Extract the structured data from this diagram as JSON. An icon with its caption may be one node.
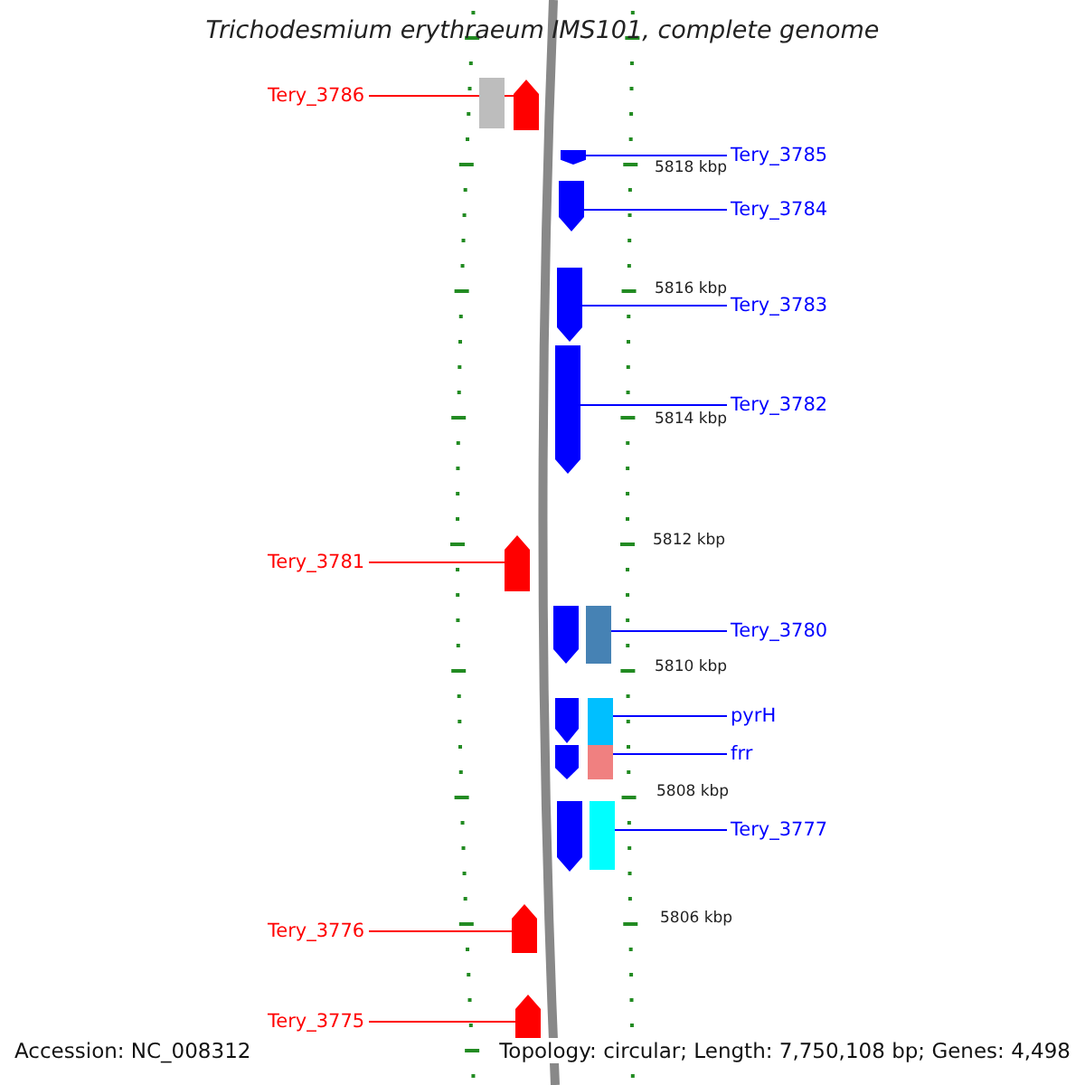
{
  "diagram": {
    "title": "Trichodesmium erythraeum IMS101, complete genome",
    "nodes": [
      {
        "text": [
          "Tery_3786"
        ]
      },
      {
        "text": [],
        "shape": "box"
      },
      {
        "text": [],
        "shape": "arrow"
      },
      {
        "text": [
          "Tery_3785"
        ]
      },
      {
        "text": [],
        "shape": "arrow"
      },
      {
        "text": [
          "Tery_3784"
        ]
      },
      {
        "text": [],
        "shape": "arrow"
      },
      {
        "text": [
          "Tery_3783"
        ]
      },
      {
        "text": [],
        "shape": "arrow"
      },
      {
        "text": [
          "Tery_3782"
        ]
      },
      {
        "text": [],
        "shape": "arrow"
      },
      {
        "text": [
          "Tery_3781"
        ]
      },
      {
        "text": [],
        "shape": "arrow"
      },
      {
        "text": [
          "Tery_3780"
        ]
      },
      {
        "text": [],
        "shape": "arrow"
      },
      {
        "text": [],
        "shape": "box"
      },
      {
        "text": [
          "pyrH"
        ]
      },
      {
        "text": [],
        "shape": "arrow"
      },
      {
        "text": [],
        "shape": "box"
      },
      {
        "text": [
          "frr"
        ]
      },
      {
        "text": [],
        "shape": "arrow"
      },
      {
        "text": [],
        "shape": "box"
      },
      {
        "text": [
          "Tery_3777"
        ]
      },
      {
        "text": [],
        "shape": "arrow"
      },
      {
        "text": [],
        "shape": "box"
      },
      {
        "text": [
          "Tery_3776"
        ]
      },
      {
        "text": [],
        "shape": "arrow"
      },
      {
        "text": [
          "Tery_3775"
        ]
      },
      {
        "text": [],
        "shape": "arrow"
      }
    ],
    "edges": [
      {
        "from": 0,
        "to": 2,
        "arrow": "none",
        "color": "#ff0000"
      },
      {
        "from": 3,
        "to": 4,
        "arrow": "none"
      },
      {
        "from": 5,
        "to": 6,
        "arrow": "none"
      },
      {
        "from": 7,
        "to": 8,
        "arrow": "none"
      },
      {
        "from": 9,
        "to": 10,
        "arrow": "none"
      },
      {
        "from": 11,
        "to": 12,
        "arrow": "none",
        "color": "#ff0000"
      },
      {
        "from": 13,
        "to": 15,
        "arrow": "none"
      },
      {
        "from": 16,
        "to": 18,
        "arrow": "none"
      },
      {
        "from": 19,
        "to": 21,
        "arrow": "none"
      },
      {
        "from": 22,
        "to": 24,
        "arrow": "none"
      },
      {
        "from": 25,
        "to": 26,
        "arrow": "none",
        "color": "#ff0000"
      },
      {
        "from": 27,
        "to": 28,
        "arrow": "none",
        "color": "#ff0000"
      }
    ],
    "labels": [
      "5818 kbp",
      "5816 kbp",
      "5814 kbp",
      "5812 kbp",
      "5810 kbp",
      "5808 kbp",
      "5806 kbp",
      "Accession: NC_008312",
      "Topology: circular; Length: 7,750,108 bp; Genes: 4,498"
    ]
  }
}
